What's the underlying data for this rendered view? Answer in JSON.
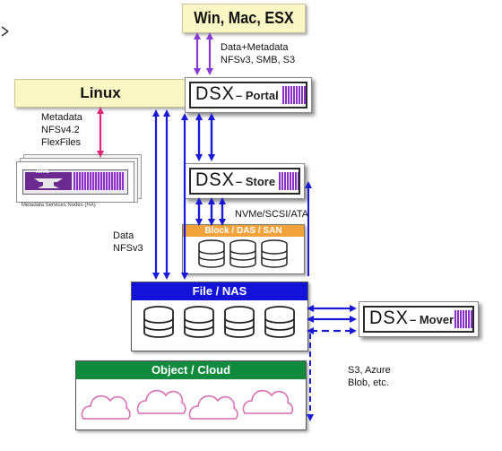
{
  "nodes": {
    "clients": "Win, Mac, ESX",
    "linux": "Linux",
    "portal": {
      "dsx": "DSX",
      "name": "– Portal"
    },
    "store": {
      "dsx": "DSX",
      "name": "– Store"
    },
    "mover": {
      "dsx": "DSX",
      "name": "– Mover"
    },
    "block": "Block / DAS / SAN",
    "file": "File / NAS",
    "object": "Object / Cloud",
    "metadata_nodes": {
      "badge": "ANVIL",
      "caption": "Metadata Services Nodes (HA)"
    }
  },
  "labels": {
    "client_protocols": [
      "Data+Metadata",
      "NFSv3, SMB, S3"
    ],
    "metadata_protocols": [
      "Metadata",
      "NFSv4.2",
      "FlexFiles"
    ],
    "data_protocols": [
      "Data",
      "NFSv3"
    ],
    "block_protocols": "NVMe/SCSI/ATA",
    "cloud_protocols": [
      "S3, Azure",
      "Blob, etc."
    ]
  },
  "colors": {
    "data_arrow": "#1a1ad6",
    "metadata_arrow": "#e0287a",
    "client_arrow": "#8a3ad0",
    "file_header": "#1212d8",
    "object_header": "#108a3c",
    "block_header": "#f2a23a",
    "accent_purple": "#8b2fc9"
  }
}
